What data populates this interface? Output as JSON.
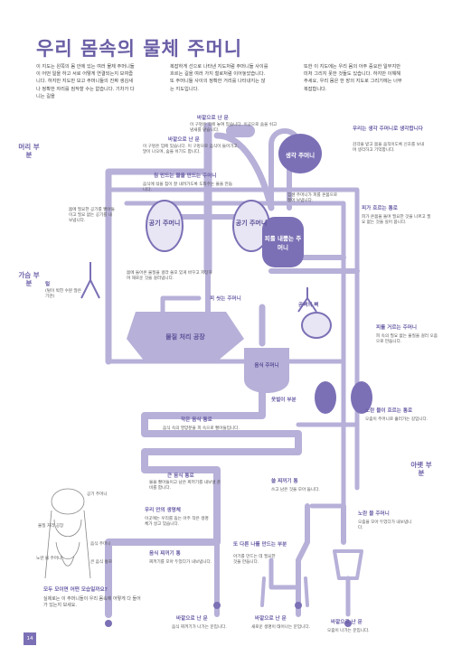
{
  "title": "우리 몸속의 물체 주머니",
  "intro": {
    "col1": "이 지도는 왼쪽의 몸 안에 있는 여러 물체 주머니들이 어떤 일을 하고 서로 어떻게 연결되는지 보여줍니다. 하지만 지도만 보고 주머니들의 진짜 생김새나 정확한 자리를 짐작할 수는 없습니다. 기차가 다니는 길을",
    "col2": "복잡하게 선으로 나타낸 지도처럼 주머니들 사이를 흐르는 길을 여러 가지 철로처럼 이어놓았습니다. 또 주머니들 사이의 정확한 거리를 나타내지는 않는 지도입니다.",
    "col3": "또한 이 지도에는 우리 몸의 아주 중요한 일부지만 미처 그리지 못한 것들도 있습니다. 하지만 이해해주세요, 우리 몸은 한 장의 지도로 그리기에는 너무 복잡합니다."
  },
  "sections": {
    "head": "머리 부분",
    "chest": "가슴 부분",
    "lower": "아랫 부분"
  },
  "nodes": {
    "exit_top1": "바깥으로 난 문",
    "exit_top1_desc": "이 구멍은 코에 놓여 있습니다. 이곳으로 숨을 쉬고 냄새를 맡습니다.",
    "exit_top2": "바깥으로 난 문",
    "exit_top2_desc": "이 구멍은 입에 있습니다. 이 구멍으로 음식이 들어가고, 말이 나오며, 숨을 쉬기도 합니다.",
    "saliva": "침 만드는 물을 만드는 주머니",
    "saliva_desc": "음식에 섞을 침이 잘 내려가도록 도와주는 물을 만듭니다.",
    "thinking": "생각 주머니",
    "thinking_side": "우리는 생각 주머니로 생각합니다",
    "thinking_desc": "감각을 받고 몸을 움직이도록 신호를 보내며 생각하고 기억합니다.",
    "air_left": "공기 주머니",
    "air_right": "공기 주머니",
    "air_desc": "몸에 필요한 공기를 빨아들이고 필요 없는 공기를 내보냅니다.",
    "pump": "피를 내뿜는 주머니",
    "pump_desc": "힘센 주머니가 피를 온몸으로 뿜어 보냅니다.",
    "blood_tube": "피가 흐르는 통로",
    "blood_tube_desc": "피가 온몸을 돌며 필요한 것을 나르고 필요 없는 것을 실어 옵니다.",
    "factory": "물질 처리 공장",
    "factory_desc": "몸에 들어온 물질을 골라 쓸모 있게 바꾸고 저장하며 해로운 것을 걸러냅니다.",
    "bile_store": "피 씻는 주머니",
    "stomach": "음식 주머니",
    "stomach_desc": "음식을 잘게 부수고 녹입니다.",
    "mixer": "옷벌이 부분",
    "hair": "털",
    "hair_desc": "(털이 박힌 수분 많은 기관)",
    "bone": "곰뼈의 뼈",
    "filter": "피를 거르는 주머니",
    "filter_desc": "피 속의 필요 없는 물질을 걸러 오줌으로 만듭니다.",
    "urine_tube": "노란 물이 흐르는 통로",
    "urine_tube_desc": "오줌이 주머니로 흘러가는 길입니다.",
    "tunnel_1": "작은 음식 통로",
    "tunnel_1_desc": "음식 속의 영양분을 피 속으로 빨아들입니다.",
    "tunnel_2": "큰 음식 통로",
    "tunnel_2_desc": "물을 빨아들이고 남은 찌꺼기를 내보낼 준비를 합니다.",
    "gate_left": "우리 안의 생명체",
    "gate_left_desc": "이곳에는 우리를 돕는 아주 작은 생명체가 살고 있습니다.",
    "waste_store": "음식 찌꺼기 통",
    "waste_store_desc": "찌꺼기를 모아 두었다가 내보냅니다.",
    "junk_store": "쓸 찌꺼기 통",
    "junk_store_desc": "쓰고 남은 것을 모아 둡니다.",
    "another": "또 다른 나를 만드는 부분",
    "another_desc": "아기를 만드는 데 필요한 것을 만듭니다.",
    "urine_bag": "노란 물 주머니",
    "urine_bag_desc": "오줌을 모아 두었다가 내보냅니다.",
    "exit_b1": "바깥으로 난 문",
    "exit_b1_desc": "음식 찌꺼기가 나가는 문입니다.",
    "exit_b2": "바깥으로 난 문",
    "exit_b2_desc": "새로운 생명이 태어나는 문입니다.",
    "exit_b3": "바깥으로 난 문",
    "exit_b3_desc": "오줌이 나가는 문입니다."
  },
  "figure": {
    "labels": [
      "공기 주머니",
      "물질 처리 공장",
      "음식 주머니",
      "노란 물 주머니",
      "큰 음식 통로"
    ],
    "question_title": "모두 모이면 어떤 모습일까요?",
    "question_desc": "실제로는 이 주머니들이 우리 몸속에 어떻게 다 들어가 있는지 보세요."
  },
  "page_number": "14",
  "colors": {
    "accent": "#6a5fa6",
    "tube": "#b7b0d8",
    "organ": "#7b70b5",
    "light": "#e8e5f4"
  }
}
